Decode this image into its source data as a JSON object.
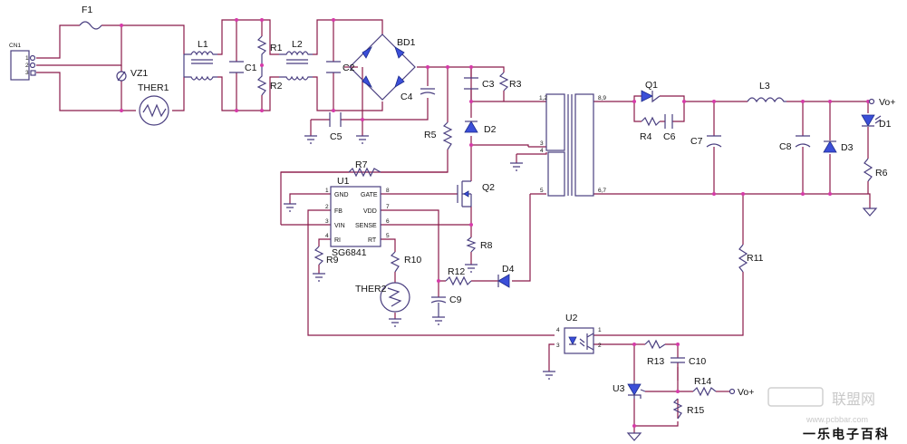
{
  "components": {
    "cn1": "CN1",
    "f1": "F1",
    "vz1": "VZ1",
    "ther1": "THER1",
    "l1": "L1",
    "c1": "C1",
    "r1": "R1",
    "r2": "R2",
    "l2": "L2",
    "c2": "C2",
    "bd1": "BD1",
    "c4": "C4",
    "c5": "C5",
    "c3": "C3",
    "r3": "R3",
    "d2": "D2",
    "r5": "R5",
    "r7": "R7",
    "u1": "U1",
    "ic_name": "SG6841",
    "q2": "Q2",
    "r8": "R8",
    "r9": "R9",
    "r10": "R10",
    "ther2": "THER2",
    "r12": "R12",
    "d4": "D4",
    "c9": "C9",
    "q1": "Q1",
    "r4": "R4",
    "c6": "C6",
    "c7": "C7",
    "l3": "L3",
    "c8": "C8",
    "d3": "D3",
    "d1": "D1",
    "r6": "R6",
    "r11": "R11",
    "u2": "U2",
    "r13": "R13",
    "c10": "C10",
    "u3": "U3",
    "r14": "R14",
    "r15": "R15"
  },
  "ic_pins": {
    "gnd": "GND",
    "fb": "FB",
    "vin": "VIN",
    "ri": "RI",
    "gate": "GATE",
    "vdd": "VDD",
    "sense": "SENSE",
    "rt": "RT"
  },
  "outputs": {
    "vo_top": "Vo+",
    "vo_bottom": "Vo+"
  },
  "watermark": {
    "brand": "联盟网",
    "url": "www.pcbbar.com",
    "slogan": "一乐电子百科"
  },
  "colors": {
    "wire": "#8b1a4a",
    "component": "#4a3f80",
    "junction": "#d63aa8",
    "diode_fill": "#3b4fd8"
  }
}
